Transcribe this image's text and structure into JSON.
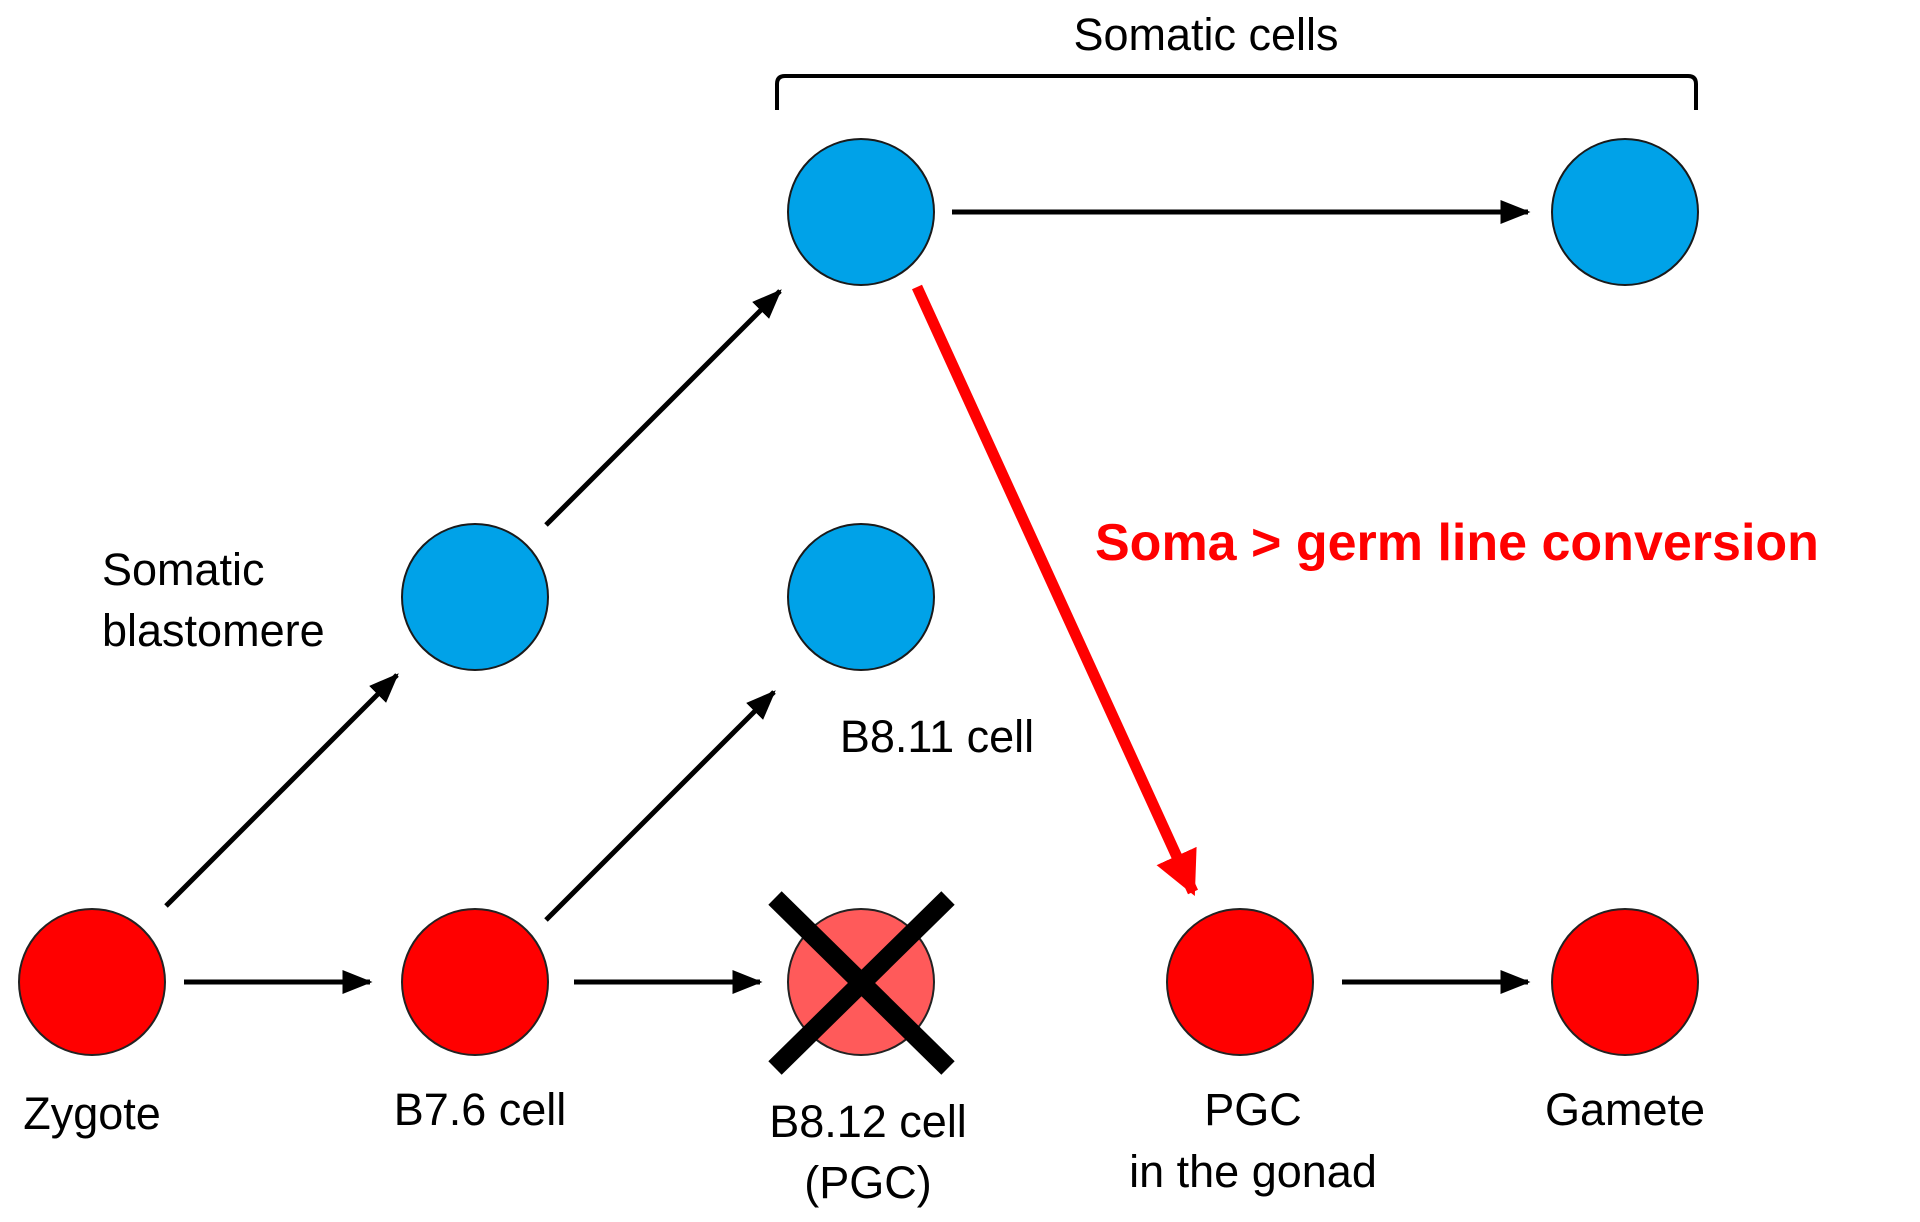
{
  "colors": {
    "somatic": "#00a2e8",
    "germ": "#ff0000",
    "germ_ablated": "#ff5a5a",
    "conversion": "#ff0000",
    "arrow": "#000000"
  },
  "bracket_label": "Somatic cells",
  "conversion_label": "Soma > germ line conversion",
  "cells": {
    "zygote": {
      "label": [
        "Zygote"
      ],
      "type": "germ"
    },
    "b76": {
      "label": [
        "B7.6 cell"
      ],
      "type": "germ"
    },
    "b812": {
      "label": [
        "B8.12 cell",
        "(PGC)"
      ],
      "type": "germ-ablated",
      "marker": "x-mark-icon"
    },
    "pgc_gonad": {
      "label": [
        "PGC",
        "in the gonad"
      ],
      "type": "germ"
    },
    "gamete": {
      "label": [
        "Gamete"
      ],
      "type": "germ"
    },
    "somatic_blastomere": {
      "label": [
        "Somatic",
        "blastomere"
      ],
      "type": "somatic"
    },
    "b811": {
      "label": [
        "B8.11 cell"
      ],
      "type": "somatic"
    },
    "somatic_top_left": {
      "label": [],
      "type": "somatic"
    },
    "somatic_top_right": {
      "label": [],
      "type": "somatic"
    }
  },
  "edges": [
    {
      "from": "zygote",
      "to": "b76"
    },
    {
      "from": "zygote",
      "to": "somatic_blastomere"
    },
    {
      "from": "b76",
      "to": "b812"
    },
    {
      "from": "b76",
      "to": "b811"
    },
    {
      "from": "somatic_blastomere",
      "to": "somatic_top_left"
    },
    {
      "from": "somatic_top_left",
      "to": "somatic_top_right"
    },
    {
      "from": "somatic_top_left",
      "to": "pgc_gonad",
      "style": "conversion"
    },
    {
      "from": "pgc_gonad",
      "to": "gamete"
    }
  ]
}
